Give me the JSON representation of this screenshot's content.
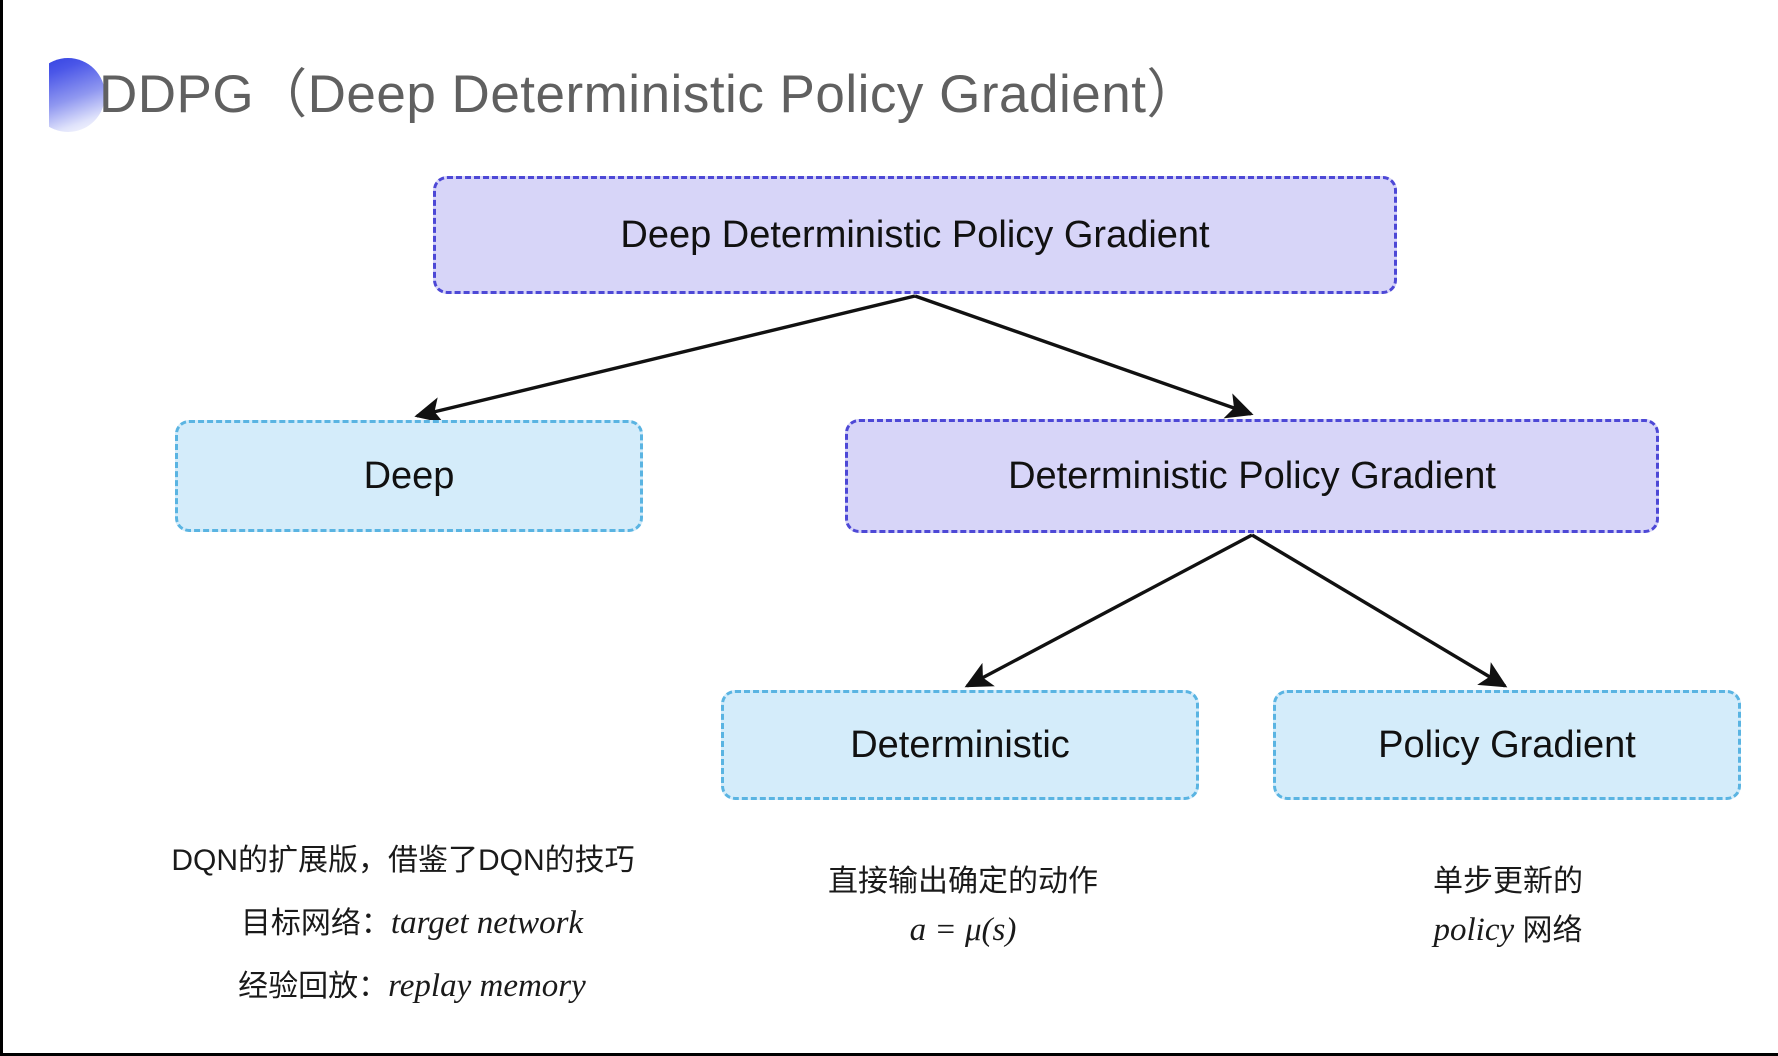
{
  "slide": {
    "title": "DDPG（Deep Deterministic Policy Gradient）",
    "background_color": "#ffffff",
    "accent_color": "#4d48d6"
  },
  "diagram": {
    "type": "tree",
    "nodes": [
      {
        "id": "ddpg",
        "label": "Deep Deterministic Policy Gradient",
        "style": "purple",
        "fill": "#d7d5f8",
        "border": "#4d48d6"
      },
      {
        "id": "deep",
        "label": "Deep",
        "style": "blue",
        "fill": "#d4ecfa",
        "border": "#5ab4e2"
      },
      {
        "id": "dpg",
        "label": "Deterministic Policy Gradient",
        "style": "purple",
        "fill": "#d7d5f8",
        "border": "#4d48d6"
      },
      {
        "id": "deterministic",
        "label": "Deterministic",
        "style": "blue",
        "fill": "#d4ecfa",
        "border": "#5ab4e2"
      },
      {
        "id": "policy_gradient",
        "label": "Policy Gradient",
        "style": "blue",
        "fill": "#d4ecfa",
        "border": "#5ab4e2"
      }
    ],
    "edges": [
      {
        "from": "ddpg",
        "to": "deep"
      },
      {
        "from": "ddpg",
        "to": "dpg"
      },
      {
        "from": "dpg",
        "to": "deterministic"
      },
      {
        "from": "dpg",
        "to": "policy_gradient"
      }
    ]
  },
  "captions": {
    "deep": {
      "line1": "DQN的扩展版，借鉴了DQN的技巧",
      "line2_cn": "目标网络：",
      "line2_en": "target network",
      "line3_cn": "经验回放：",
      "line3_en": "replay memory"
    },
    "deterministic": {
      "line1": "直接输出确定的动作",
      "formula": "a = μ(s)"
    },
    "policy_gradient": {
      "line1": "单步更新的",
      "line2_en": "policy",
      "line2_cn": " 网络"
    }
  }
}
